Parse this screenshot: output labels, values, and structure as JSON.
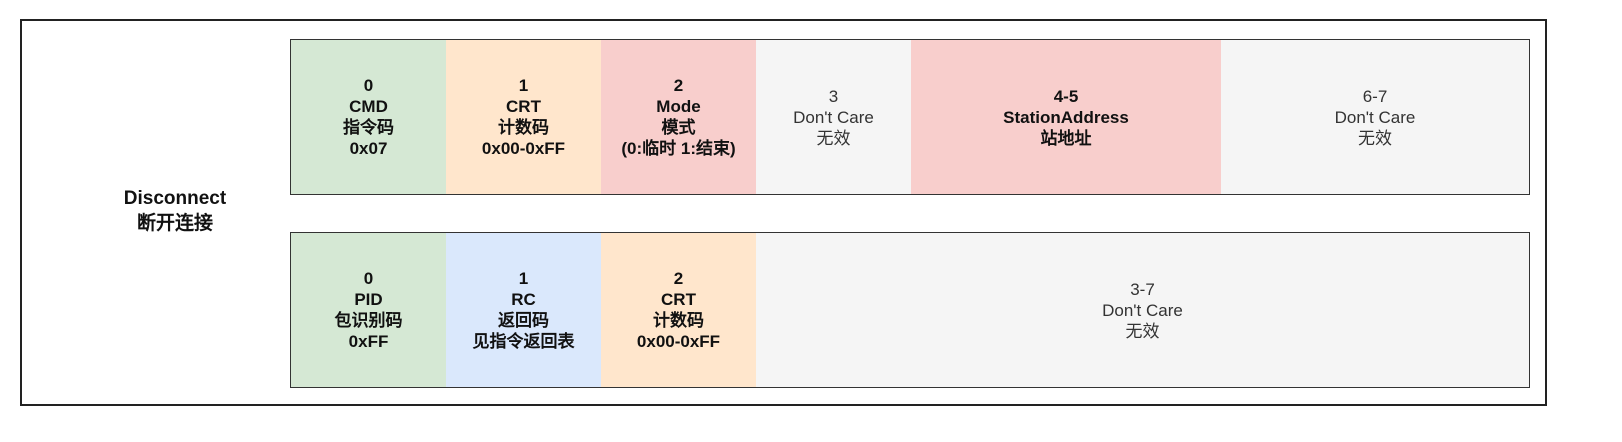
{
  "diagram": {
    "title_line1": "Disconnect",
    "title_line2": "断开连接",
    "colors": {
      "green": "#d5e8d4",
      "orange": "#ffe6cc",
      "red": "#f8cecc",
      "gray": "#f5f5f5",
      "blue": "#dae8fc",
      "border": "#333333"
    },
    "command_frame": [
      {
        "index": "0",
        "name": "CMD",
        "desc": "指令码",
        "value": "0x07",
        "color": "green"
      },
      {
        "index": "1",
        "name": "CRT",
        "desc": "计数码",
        "value": "0x00-0xFF",
        "color": "orange"
      },
      {
        "index": "2",
        "name": "Mode",
        "desc": "模式",
        "value": "(0:临时 1:结束)",
        "color": "red"
      },
      {
        "index": "3",
        "name": "Don't Care",
        "desc": "无效",
        "color": "gray"
      },
      {
        "index": "4-5",
        "name": "StationAddress",
        "desc": "站地址",
        "color": "red"
      },
      {
        "index": "6-7",
        "name": "Don't Care",
        "desc": "无效",
        "color": "gray"
      }
    ],
    "response_frame": [
      {
        "index": "0",
        "name": "PID",
        "desc": "包识别码",
        "value": "0xFF",
        "color": "green"
      },
      {
        "index": "1",
        "name": "RC",
        "desc": "返回码",
        "value": "见指令返回表",
        "color": "blue"
      },
      {
        "index": "2",
        "name": "CRT",
        "desc": "计数码",
        "value": "0x00-0xFF",
        "color": "orange"
      },
      {
        "index": "3-7",
        "name": "Don't Care",
        "desc": "无效",
        "color": "gray"
      }
    ]
  }
}
